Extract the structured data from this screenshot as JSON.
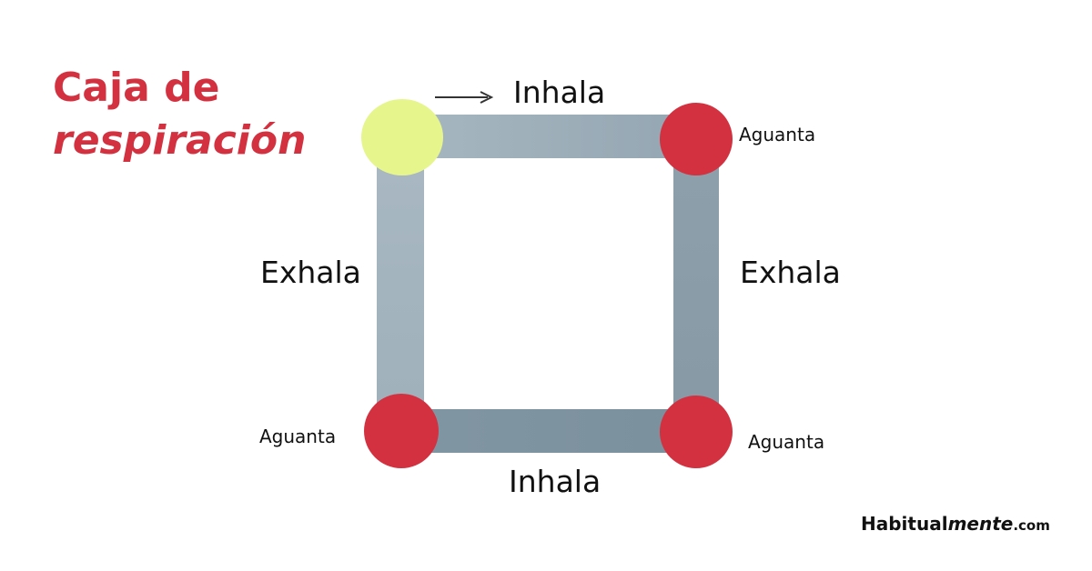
{
  "title": {
    "line1": "Caja de",
    "line2": "respiración"
  },
  "labels": {
    "inhala_top": "Inhala",
    "inhala_bottom": "Inhala",
    "exhala_left": "Exhala",
    "exhala_right": "Exhala",
    "aguanta_top_right": "Aguanta",
    "aguanta_bottom_left": "Aguanta",
    "aguanta_bottom_right": "Aguanta"
  },
  "brand": {
    "main": "Habitual",
    "emphasis": "mente",
    "tld": ".com"
  },
  "colors": {
    "title": "#d3313f",
    "start_node": "#e6f58c",
    "hold_node": "#d3313f",
    "box_edge": "#9aa9b4",
    "arrow": "#333333"
  },
  "icons": {
    "direction": "arrow-right-icon"
  }
}
